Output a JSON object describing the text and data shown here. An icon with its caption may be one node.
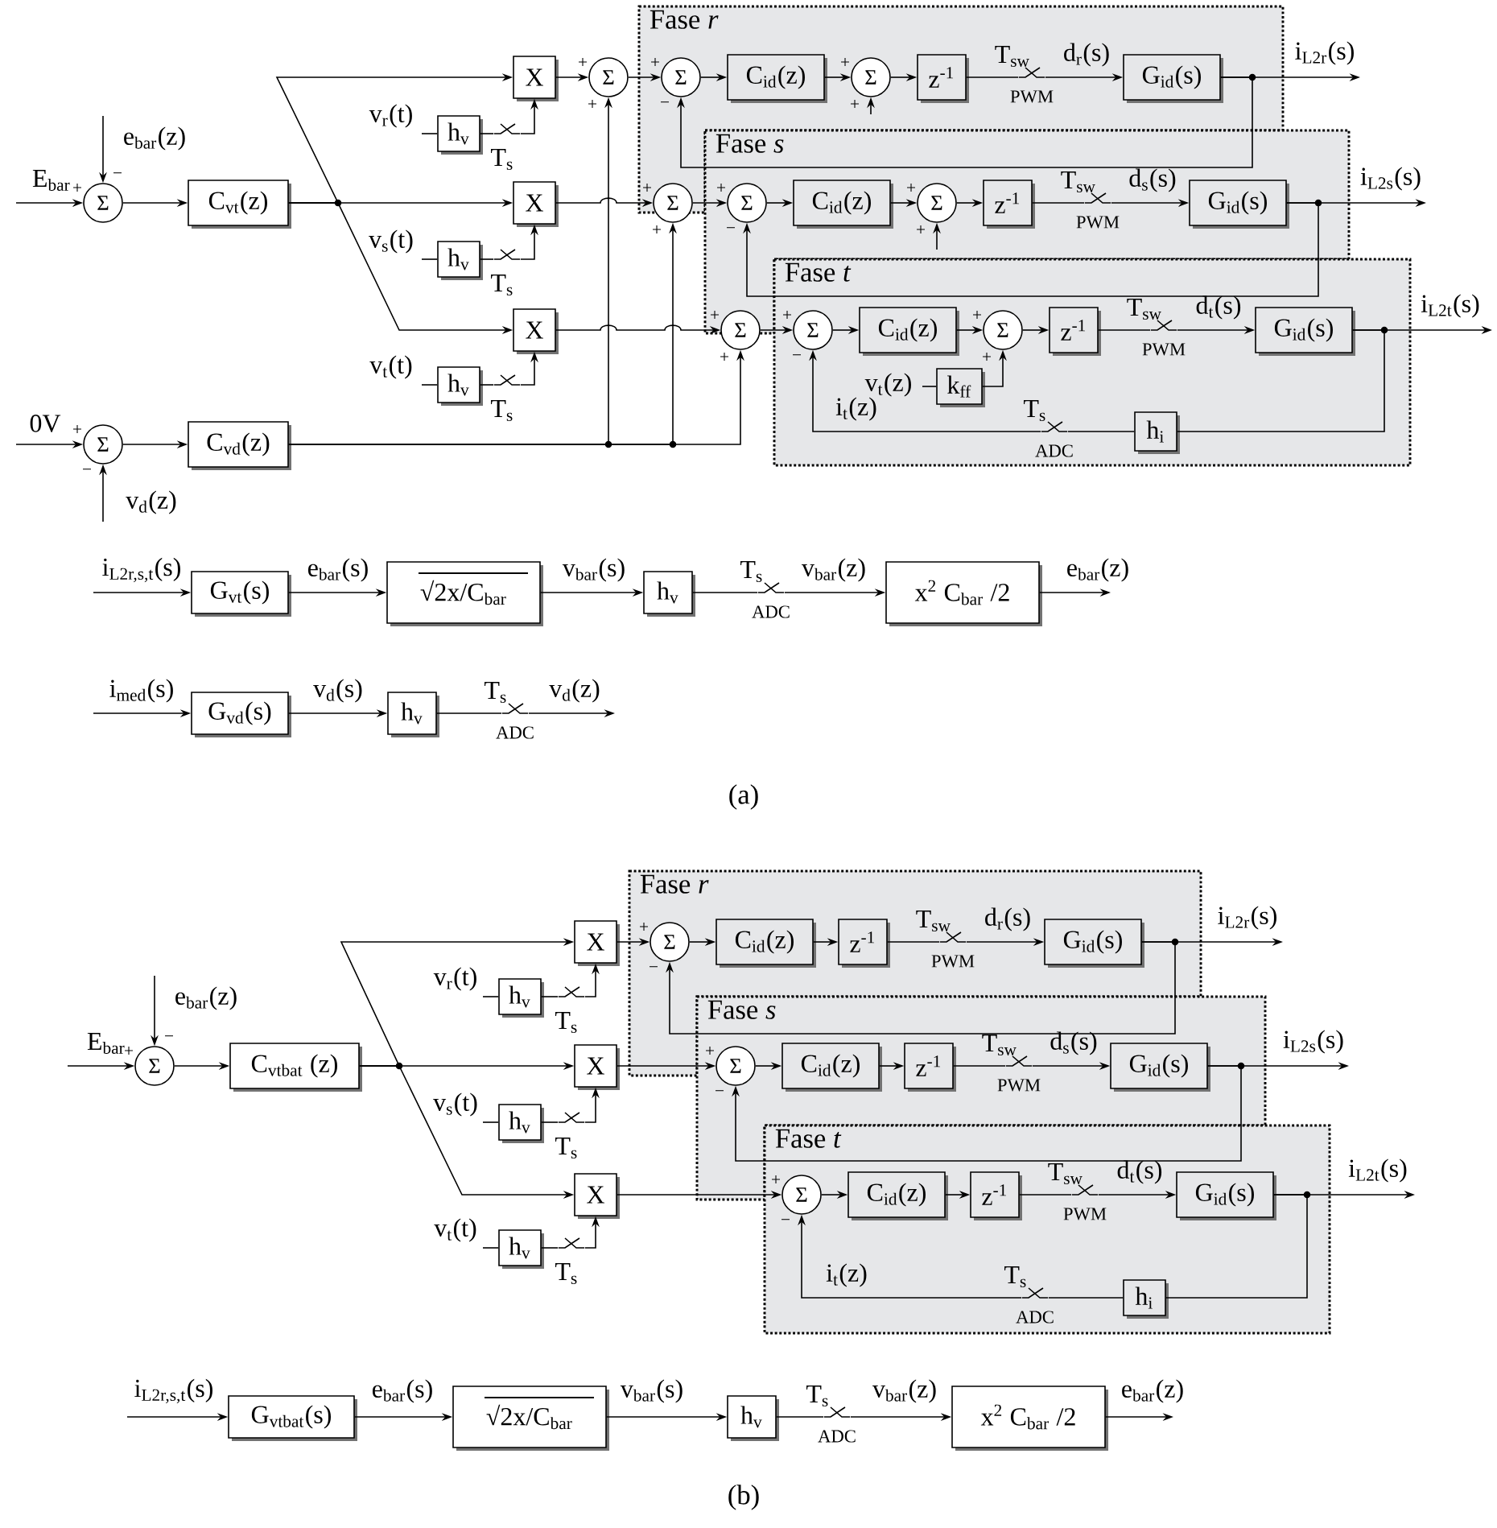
{
  "diagram": {
    "nodes": [
      {
        "text": [
          "Σ"
        ],
        "beside": [
          "+",
          "−"
        ]
      },
      {
        "text": [
          "C$_{vt}$(z)"
        ]
      },
      {
        "text": [
          "X"
        ]
      },
      {
        "text": [
          "h$_{v}$"
        ]
      },
      {
        "text": [
          "T$_{s}$"
        ]
      },
      {
        "text": [
          "X"
        ]
      },
      {
        "text": [
          "h$_{v}$"
        ]
      },
      {
        "text": [
          "T$_{s}$"
        ]
      },
      {
        "text": [
          "X"
        ]
      },
      {
        "text": [
          "h$_{v}$"
        ]
      },
      {
        "text": [
          "T$_{s}$"
        ]
      },
      {
        "text": [
          "Σ"
        ],
        "beside": [
          "+",
          "+"
        ]
      },
      {
        "text": [
          "Σ"
        ],
        "beside": [
          "+",
          "+"
        ]
      },
      {
        "text": [
          "Σ"
        ],
        "beside": [
          "+",
          "+"
        ]
      },
      {
        "text": [
          "Σ"
        ],
        "beside": [
          "+",
          "−"
        ]
      },
      {
        "text": [
          "C$_{vd}$(z)"
        ]
      },
      {
        "text": [
          "Fase *r*"
        ]
      },
      {
        "text": [
          "Σ"
        ],
        "beside": [
          "+",
          "−"
        ],
        "in": 16
      },
      {
        "text": [
          "C$_{id}$(z)"
        ],
        "in": 16
      },
      {
        "text": [
          "Σ"
        ],
        "beside": [
          "+",
          "+"
        ],
        "in": 16
      },
      {
        "text": [
          "z$^{-1}$"
        ],
        "in": 16
      },
      {
        "text": [
          "T$_{sw}$",
          "PWM"
        ],
        "in": 16
      },
      {
        "text": [
          "G$_{id}$(s)"
        ],
        "in": 16
      },
      {
        "text": [
          "Fase *s*"
        ]
      },
      {
        "text": [
          "Σ"
        ],
        "beside": [
          "+",
          "−"
        ],
        "in": 23
      },
      {
        "text": [
          "C$_{id}$(z)"
        ],
        "in": 23
      },
      {
        "text": [
          "Σ"
        ],
        "beside": [
          "+",
          "+"
        ],
        "in": 23
      },
      {
        "text": [
          "z$^{-1}$"
        ],
        "in": 23
      },
      {
        "text": [
          "T$_{sw}$",
          "PWM"
        ],
        "in": 23
      },
      {
        "text": [
          "G$_{id}$(s)"
        ],
        "in": 23
      },
      {
        "text": [
          "Fase *t*"
        ]
      },
      {
        "text": [
          "Σ"
        ],
        "beside": [
          "+",
          "−"
        ],
        "in": 30
      },
      {
        "text": [
          "C$_{id}$(z)"
        ],
        "in": 30
      },
      {
        "text": [
          "Σ"
        ],
        "beside": [
          "+",
          "+"
        ],
        "in": 30
      },
      {
        "text": [
          "z$^{-1}$"
        ],
        "in": 30
      },
      {
        "text": [
          "T$_{sw}$",
          "PWM"
        ],
        "in": 30
      },
      {
        "text": [
          "G$_{id}$(s)"
        ],
        "in": 30
      },
      {
        "text": [
          "k$_{ff}$"
        ],
        "in": 30
      },
      {
        "text": [
          "h$_{i}$"
        ],
        "in": 30
      },
      {
        "text": [
          "T$_{s}$",
          "ADC"
        ],
        "in": 30
      },
      {
        "text": [
          "G$_{vt}$(s)"
        ]
      },
      {
        "text": [
          "√2x/C$_{bar}$"
        ]
      },
      {
        "text": [
          "h$_{v}$"
        ]
      },
      {
        "text": [
          "T$_{s}$",
          "ADC"
        ]
      },
      {
        "text": [
          "x$^{2}$ C$_{bar}$ /2"
        ]
      },
      {
        "text": [
          "G$_{vd}$(s)"
        ]
      },
      {
        "text": [
          "h$_{v}$"
        ]
      },
      {
        "text": [
          "T$_{s}$",
          "ADC"
        ]
      },
      {
        "text": [
          "Σ"
        ],
        "beside": [
          "+",
          "−"
        ]
      },
      {
        "text": [
          "C$_{vtbat}$ (z)"
        ]
      },
      {
        "text": [
          "X"
        ]
      },
      {
        "text": [
          "h$_{v}$"
        ]
      },
      {
        "text": [
          "T$_{s}$"
        ]
      },
      {
        "text": [
          "X"
        ]
      },
      {
        "text": [
          "h$_{v}$"
        ]
      },
      {
        "text": [
          "T$_{s}$"
        ]
      },
      {
        "text": [
          "X"
        ]
      },
      {
        "text": [
          "h$_{v}$"
        ]
      },
      {
        "text": [
          "T$_{s}$"
        ]
      },
      {
        "text": [
          "Fase *r*"
        ]
      },
      {
        "text": [
          "Σ"
        ],
        "beside": [
          "+",
          "−"
        ],
        "in": 59
      },
      {
        "text": [
          "C$_{id}$(z)"
        ],
        "in": 59
      },
      {
        "text": [
          "z$^{-1}$"
        ],
        "in": 59
      },
      {
        "text": [
          "T$_{sw}$",
          "PWM"
        ],
        "in": 59
      },
      {
        "text": [
          "G$_{id}$(s)"
        ],
        "in": 59
      },
      {
        "text": [
          "Fase *s*"
        ]
      },
      {
        "text": [
          "Σ"
        ],
        "beside": [
          "+",
          "−"
        ],
        "in": 65
      },
      {
        "text": [
          "C$_{id}$(z)"
        ],
        "in": 65
      },
      {
        "text": [
          "z$^{-1}$"
        ],
        "in": 65
      },
      {
        "text": [
          "T$_{sw}$",
          "PWM"
        ],
        "in": 65
      },
      {
        "text": [
          "G$_{id}$(s)"
        ],
        "in": 65
      },
      {
        "text": [
          "Fase *t*"
        ]
      },
      {
        "text": [
          "Σ"
        ],
        "beside": [
          "+",
          "−"
        ],
        "in": 71
      },
      {
        "text": [
          "C$_{id}$(z)"
        ],
        "in": 71
      },
      {
        "text": [
          "z$^{-1}$"
        ],
        "in": 71
      },
      {
        "text": [
          "T$_{sw}$",
          "PWM"
        ],
        "in": 71
      },
      {
        "text": [
          "G$_{id}$(s)"
        ],
        "in": 71
      },
      {
        "text": [
          "h$_{i}$"
        ],
        "in": 71
      },
      {
        "text": [
          "T$_{s}$",
          "ADC"
        ],
        "in": 71
      },
      {
        "text": [
          "G$_{vtbat}$(s)"
        ]
      },
      {
        "text": [
          "√2x/C$_{bar}$"
        ]
      },
      {
        "text": [
          "h$_{v}$"
        ]
      },
      {
        "text": [
          "T$_{s}$",
          "ADC"
        ]
      },
      {
        "text": [
          "x$^{2}$ C$_{bar}$ /2"
        ]
      }
    ],
    "edges": [
      {
        "from": null,
        "to": 0,
        "arrow": "to",
        "label": "E$_{bar}$"
      },
      {
        "from": null,
        "to": 0,
        "arrow": "to",
        "label": "e$_{bar}$(z)"
      },
      {
        "from": 0,
        "to": 1,
        "arrow": "to"
      },
      {
        "from": 1,
        "to": 2,
        "arrow": "to"
      },
      {
        "from": 1,
        "to": 5,
        "arrow": "to"
      },
      {
        "from": 1,
        "to": 8,
        "arrow": "to"
      },
      {
        "from": null,
        "to": 3,
        "arrow": "none",
        "label": "v$_{r}$(t)"
      },
      {
        "from": 3,
        "to": 4,
        "arrow": "none"
      },
      {
        "from": 4,
        "to": 2,
        "arrow": "to"
      },
      {
        "from": null,
        "to": 6,
        "arrow": "none",
        "label": "v$_{s}$(t)"
      },
      {
        "from": 6,
        "to": 7,
        "arrow": "none"
      },
      {
        "from": 7,
        "to": 5,
        "arrow": "to"
      },
      {
        "from": null,
        "to": 9,
        "arrow": "none",
        "label": "v$_{t}$(t)"
      },
      {
        "from": 9,
        "to": 10,
        "arrow": "none"
      },
      {
        "from": 10,
        "to": 8,
        "arrow": "to"
      },
      {
        "from": 2,
        "to": 11,
        "arrow": "to"
      },
      {
        "from": 5,
        "to": 12,
        "arrow": "to"
      },
      {
        "from": 8,
        "to": 13,
        "arrow": "to"
      },
      {
        "from": null,
        "to": 14,
        "arrow": "to",
        "label": "0V"
      },
      {
        "from": null,
        "to": 14,
        "arrow": "to",
        "label": "v$_{d}$(z)"
      },
      {
        "from": 14,
        "to": 15,
        "arrow": "to"
      },
      {
        "from": 15,
        "to": 11,
        "arrow": "to"
      },
      {
        "from": 15,
        "to": 12,
        "arrow": "to"
      },
      {
        "from": 15,
        "to": 13,
        "arrow": "to"
      },
      {
        "from": 11,
        "to": 17,
        "arrow": "to"
      },
      {
        "from": 12,
        "to": 24,
        "arrow": "to"
      },
      {
        "from": 13,
        "to": 31,
        "arrow": "to"
      },
      {
        "from": 17,
        "to": 18,
        "arrow": "to"
      },
      {
        "from": 18,
        "to": 19,
        "arrow": "to"
      },
      {
        "from": 19,
        "to": 20,
        "arrow": "to"
      },
      {
        "from": 20,
        "to": 21,
        "arrow": "none"
      },
      {
        "from": 21,
        "to": 22,
        "arrow": "to",
        "label": "d$_{r}$(s)"
      },
      {
        "from": 22,
        "to": null,
        "arrow": "to",
        "label": "i$_{L2r}$(s)"
      },
      {
        "from": 22,
        "to": 17,
        "arrow": "to"
      },
      {
        "from": null,
        "to": 19,
        "arrow": "to"
      },
      {
        "from": 24,
        "to": 25,
        "arrow": "to"
      },
      {
        "from": 25,
        "to": 26,
        "arrow": "to"
      },
      {
        "from": 26,
        "to": 27,
        "arrow": "to"
      },
      {
        "from": 27,
        "to": 28,
        "arrow": "none"
      },
      {
        "from": 28,
        "to": 29,
        "arrow": "to",
        "label": "d$_{s}$(s)"
      },
      {
        "from": 29,
        "to": null,
        "arrow": "to",
        "label": "i$_{L2s}$(s)"
      },
      {
        "from": 29,
        "to": 24,
        "arrow": "to"
      },
      {
        "from": null,
        "to": 26,
        "arrow": "to"
      },
      {
        "from": 31,
        "to": 32,
        "arrow": "to"
      },
      {
        "from": 32,
        "to": 33,
        "arrow": "to"
      },
      {
        "from": 33,
        "to": 34,
        "arrow": "to"
      },
      {
        "from": 34,
        "to": 35,
        "arrow": "none"
      },
      {
        "from": 35,
        "to": 36,
        "arrow": "to",
        "label": "d$_{t}$(s)"
      },
      {
        "from": 36,
        "to": null,
        "arrow": "to",
        "label": "i$_{L2t}$(s)"
      },
      {
        "from": 36,
        "to": 38,
        "arrow": "none"
      },
      {
        "from": 38,
        "to": 39,
        "arrow": "none"
      },
      {
        "from": 39,
        "to": 31,
        "arrow": "to",
        "label": "i$_{t}$(z)"
      },
      {
        "from": null,
        "to": 37,
        "arrow": "none",
        "label": "v$_{t}$(z)"
      },
      {
        "from": 37,
        "to": 33,
        "arrow": "to"
      },
      {
        "from": null,
        "to": 40,
        "arrow": "to",
        "label": "i$_{L2r,s,t}$(s)"
      },
      {
        "from": 40,
        "to": 41,
        "arrow": "to",
        "label": "e$_{bar}$(s)"
      },
      {
        "from": 41,
        "to": 42,
        "arrow": "to",
        "label": "v$_{bar}$(s)"
      },
      {
        "from": 42,
        "to": 43,
        "arrow": "none"
      },
      {
        "from": 43,
        "to": 44,
        "arrow": "to",
        "label": "v$_{bar}$(z)"
      },
      {
        "from": 44,
        "to": null,
        "arrow": "to",
        "label": "e$_{bar}$(z)"
      },
      {
        "from": null,
        "to": 45,
        "arrow": "to",
        "label": "i$_{med}$(s)"
      },
      {
        "from": 45,
        "to": 46,
        "arrow": "to",
        "label": "v$_{d}$(s)"
      },
      {
        "from": 46,
        "to": 47,
        "arrow": "none"
      },
      {
        "from": 47,
        "to": null,
        "arrow": "to",
        "label": "v$_{d}$(z)"
      },
      {
        "from": null,
        "to": 48,
        "arrow": "to",
        "label": "E$_{bar}$"
      },
      {
        "from": null,
        "to": 48,
        "arrow": "to",
        "label": "e$_{bar}$(z)"
      },
      {
        "from": 48,
        "to": 49,
        "arrow": "to"
      },
      {
        "from": 49,
        "to": 50,
        "arrow": "to"
      },
      {
        "from": 49,
        "to": 53,
        "arrow": "to"
      },
      {
        "from": 49,
        "to": 56,
        "arrow": "to"
      },
      {
        "from": null,
        "to": 51,
        "arrow": "none",
        "label": "v$_{r}$(t)"
      },
      {
        "from": 51,
        "to": 52,
        "arrow": "none"
      },
      {
        "from": 52,
        "to": 50,
        "arrow": "to"
      },
      {
        "from": null,
        "to": 54,
        "arrow": "none",
        "label": "v$_{s}$(t)"
      },
      {
        "from": 54,
        "to": 55,
        "arrow": "none"
      },
      {
        "from": 55,
        "to": 53,
        "arrow": "to"
      },
      {
        "from": null,
        "to": 57,
        "arrow": "none",
        "label": "v$_{t}$(t)"
      },
      {
        "from": 57,
        "to": 58,
        "arrow": "none"
      },
      {
        "from": 58,
        "to": 56,
        "arrow": "to"
      },
      {
        "from": 50,
        "to": 60,
        "arrow": "to"
      },
      {
        "from": 53,
        "to": 66,
        "arrow": "to"
      },
      {
        "from": 56,
        "to": 72,
        "arrow": "to"
      },
      {
        "from": 60,
        "to": 61,
        "arrow": "to"
      },
      {
        "from": 61,
        "to": 62,
        "arrow": "to"
      },
      {
        "from": 62,
        "to": 63,
        "arrow": "none"
      },
      {
        "from": 63,
        "to": 64,
        "arrow": "to",
        "label": "d$_{r}$(s)"
      },
      {
        "from": 64,
        "to": null,
        "arrow": "to",
        "label": "i$_{L2r}$(s)"
      },
      {
        "from": 64,
        "to": 60,
        "arrow": "to"
      },
      {
        "from": 66,
        "to": 67,
        "arrow": "to"
      },
      {
        "from": 67,
        "to": 68,
        "arrow": "to"
      },
      {
        "from": 68,
        "to": 69,
        "arrow": "none"
      },
      {
        "from": 69,
        "to": 70,
        "arrow": "to",
        "label": "d$_{s}$(s)"
      },
      {
        "from": 70,
        "to": null,
        "arrow": "to",
        "label": "i$_{L2s}$(s)"
      },
      {
        "from": 70,
        "to": 66,
        "arrow": "to"
      },
      {
        "from": 72,
        "to": 73,
        "arrow": "to"
      },
      {
        "from": 73,
        "to": 74,
        "arrow": "to"
      },
      {
        "from": 74,
        "to": 75,
        "arrow": "none"
      },
      {
        "from": 75,
        "to": 76,
        "arrow": "to",
        "label": "d$_{t}$(s)"
      },
      {
        "from": 76,
        "to": null,
        "arrow": "to",
        "label": "i$_{L2t}$(s)"
      },
      {
        "from": 76,
        "to": 77,
        "arrow": "none"
      },
      {
        "from": 77,
        "to": 78,
        "arrow": "none"
      },
      {
        "from": 78,
        "to": 72,
        "arrow": "to",
        "label": "i$_{t}$(z)"
      },
      {
        "from": null,
        "to": 79,
        "arrow": "to",
        "label": "i$_{L2r,s,t}$(s)"
      },
      {
        "from": 79,
        "to": 80,
        "arrow": "to",
        "label": "e$_{bar}$(s)"
      },
      {
        "from": 80,
        "to": 81,
        "arrow": "to",
        "label": "v$_{bar}$(s)"
      },
      {
        "from": 81,
        "to": 82,
        "arrow": "none"
      },
      {
        "from": 82,
        "to": 83,
        "arrow": "to",
        "label": "v$_{bar}$(z)"
      },
      {
        "from": 83,
        "to": null,
        "arrow": "to",
        "label": "e$_{bar}$(z)"
      }
    ],
    "labels": [
      "(a)",
      "(b)"
    ]
  }
}
